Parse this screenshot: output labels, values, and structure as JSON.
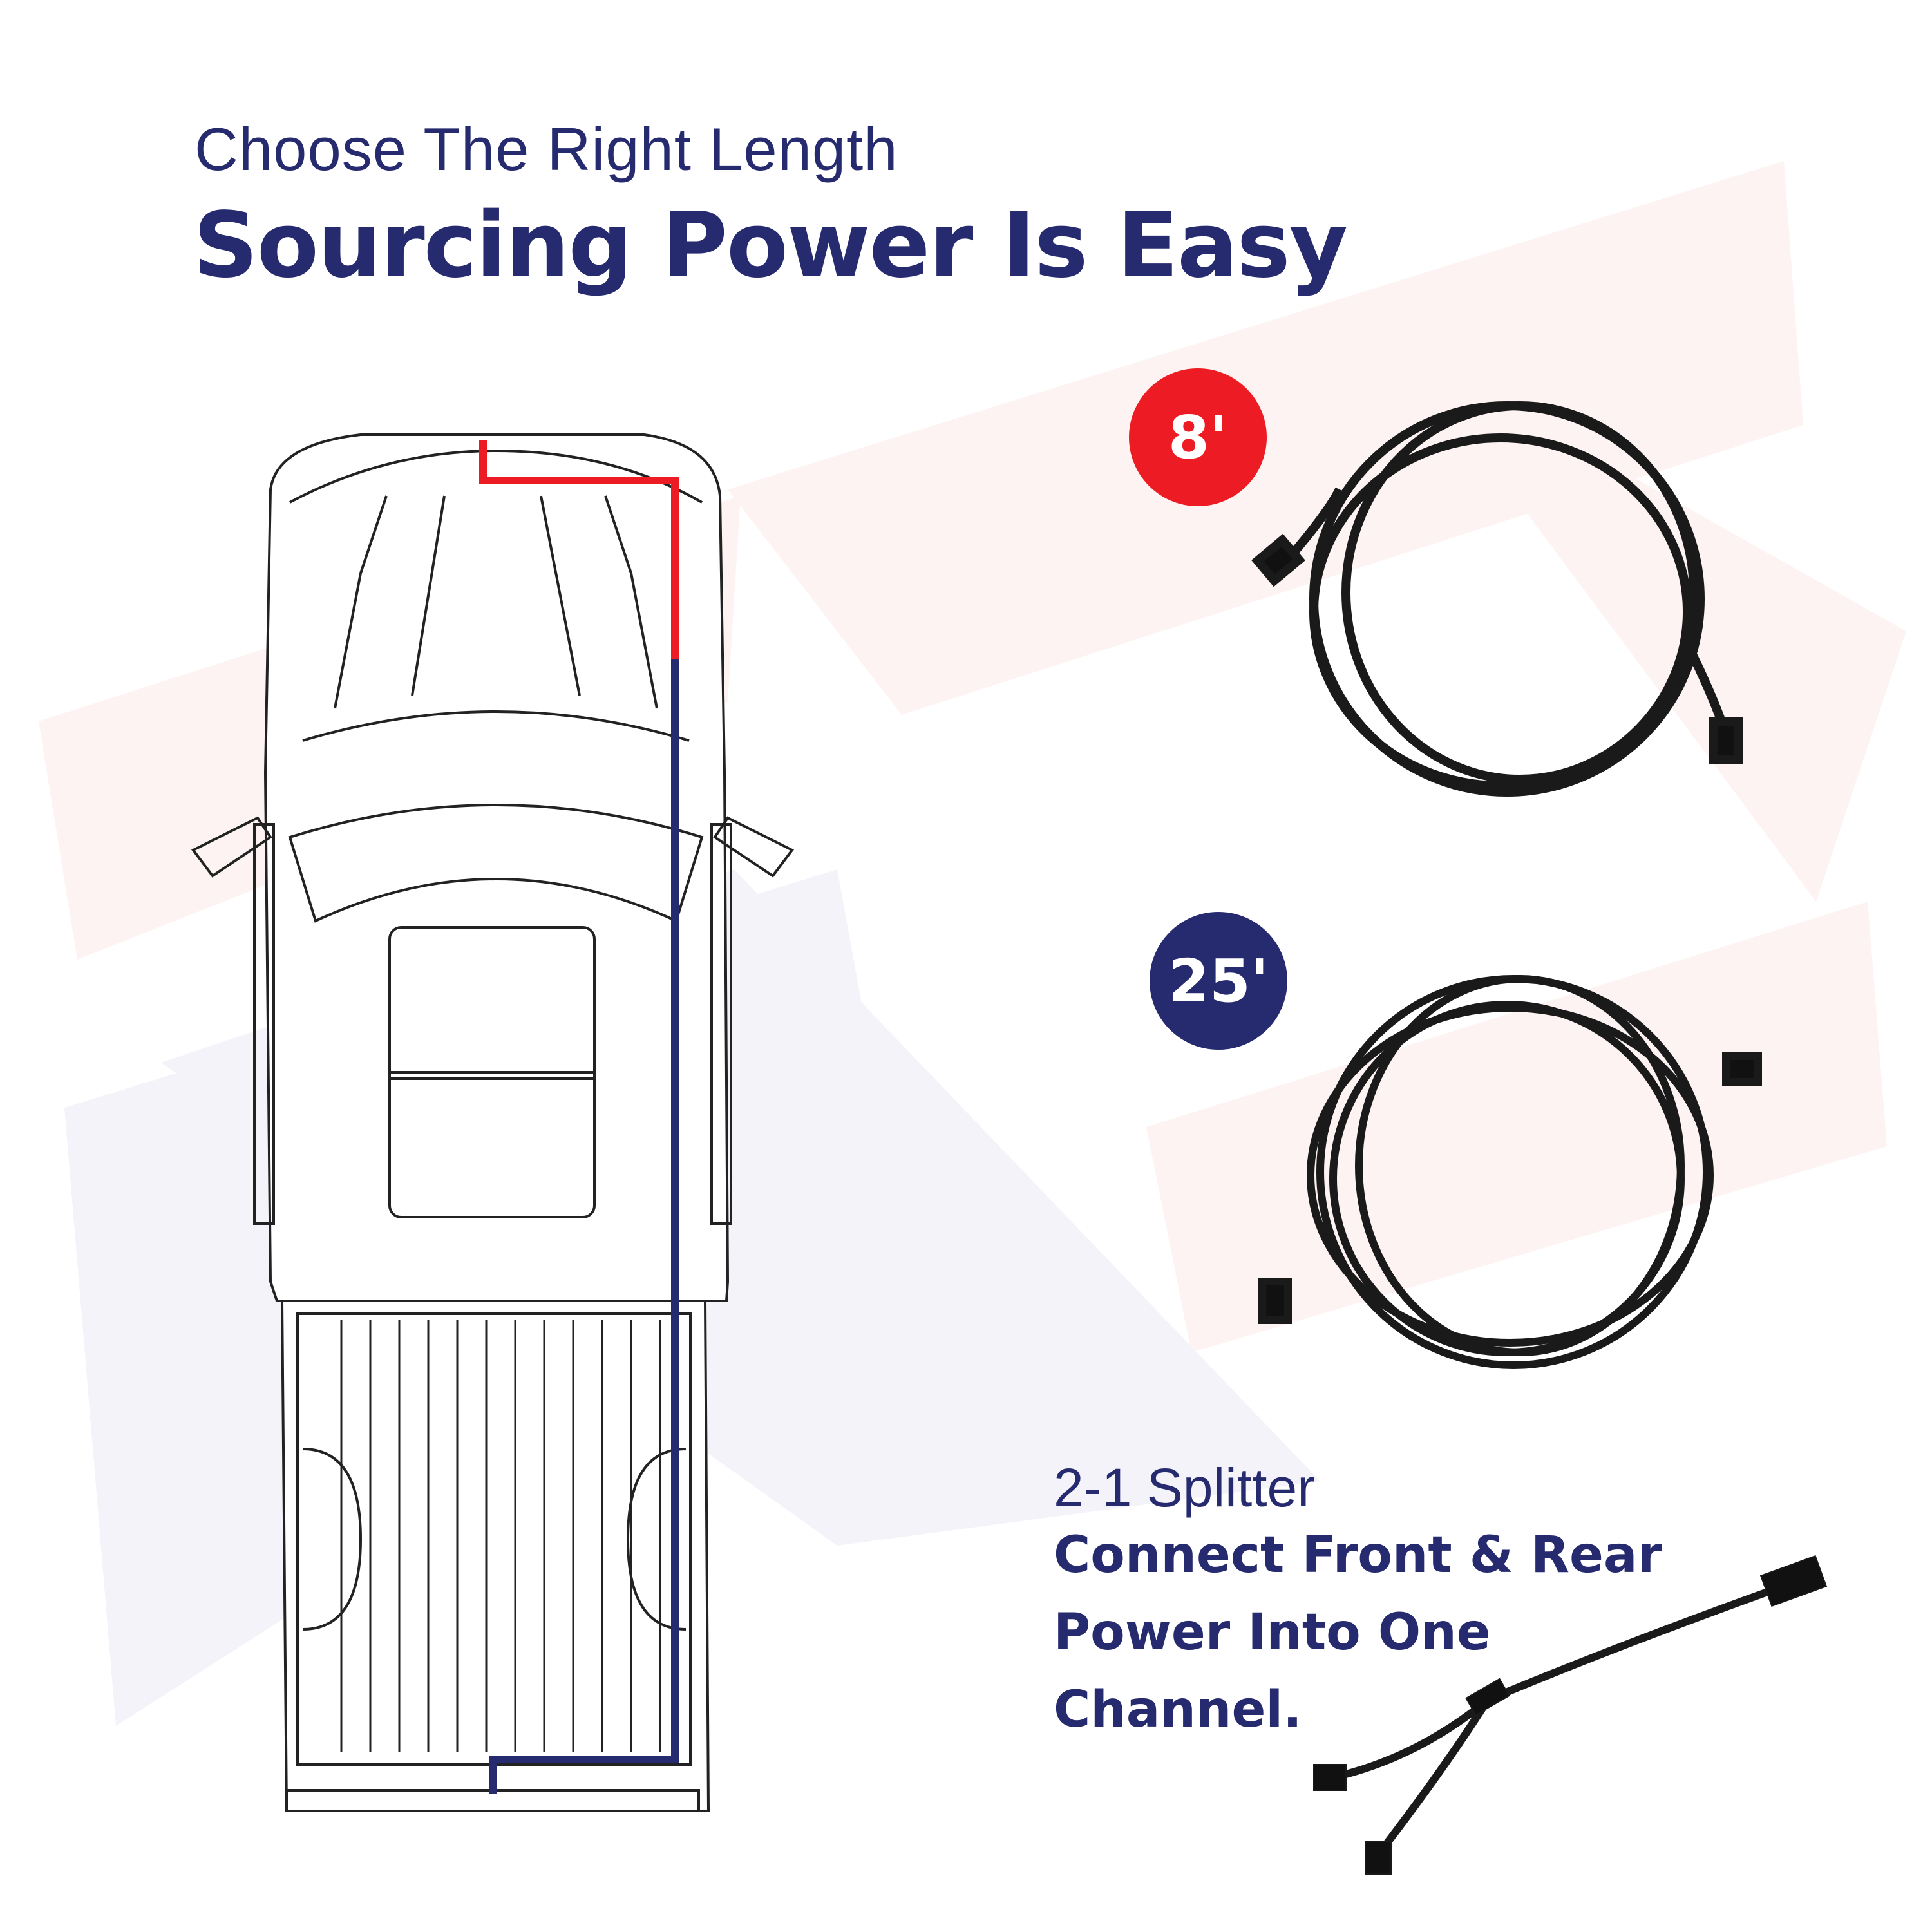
{
  "header": {
    "subtitle": "Choose The Right Length",
    "title": "Sourcing Power Is Easy"
  },
  "badges": [
    {
      "label": "8'",
      "color": "#ed1c24"
    },
    {
      "label": "25'",
      "color": "#262a6e"
    }
  ],
  "splitter": {
    "title": "2-1 Splitter",
    "lines": [
      "Connect Front & Rear",
      "Power Into One",
      "Channel."
    ]
  },
  "colors": {
    "brand_navy": "#262a6e",
    "brand_red": "#ed1c24",
    "front_wire": "#ed1c24",
    "rear_wire": "#262a6e",
    "cable": "#1a1a1a"
  }
}
